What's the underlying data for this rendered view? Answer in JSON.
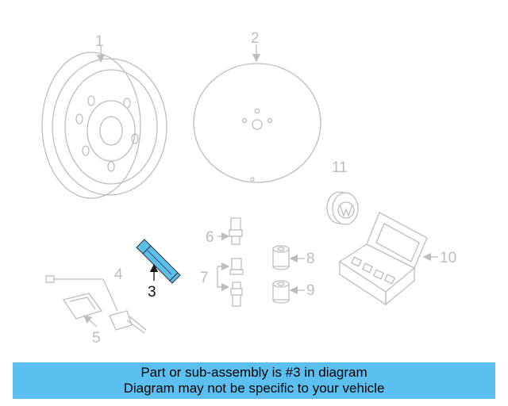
{
  "callouts": {
    "c1": "1",
    "c2": "2",
    "c3": "3",
    "c4": "4",
    "c5": "5",
    "c6": "6",
    "c7": "7",
    "c8": "8",
    "c9": "9",
    "c10": "10",
    "c11": "11"
  },
  "highlight_part": "3",
  "banner": {
    "line1": "Part or sub-assembly is #3 in diagram",
    "line2": "Diagram may not be specific to your vehicle"
  },
  "colors": {
    "banner_bg": "#5bc0f0",
    "highlight": "#5bc0f0",
    "line_art": "#bdbdbd"
  }
}
